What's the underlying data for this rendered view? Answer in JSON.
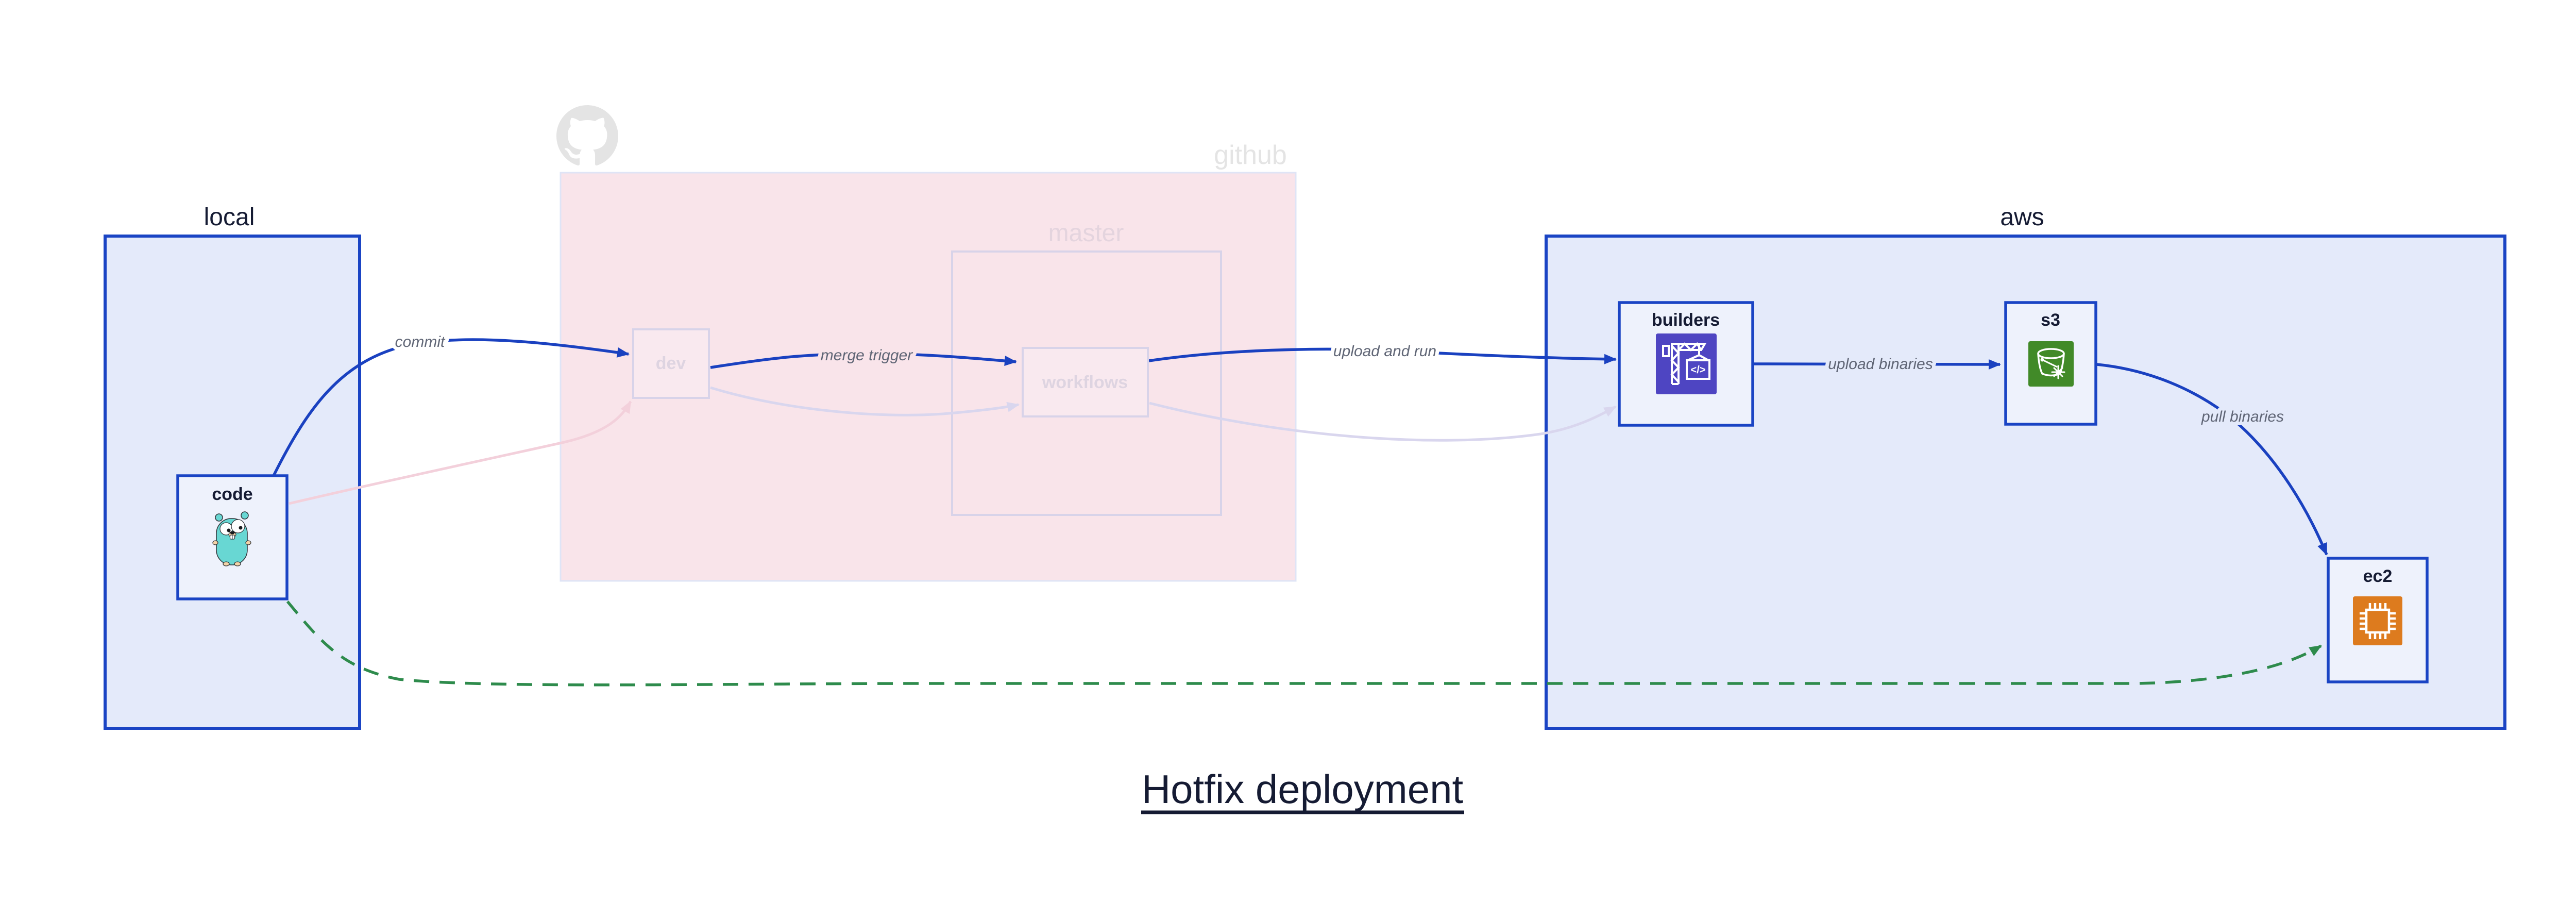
{
  "diagram_title": "Hotfix deployment",
  "groups": {
    "local": {
      "label": "local"
    },
    "github": {
      "label": "github",
      "logo_icon": "github-octocat",
      "state": "faded",
      "master": {
        "label": "master"
      }
    },
    "aws": {
      "label": "aws"
    }
  },
  "nodes": {
    "code": {
      "label": "code",
      "icon": "go-gopher",
      "group": "local"
    },
    "dev": {
      "label": "dev",
      "group": "github",
      "state": "faded"
    },
    "workflows": {
      "label": "workflows",
      "group": "github.master",
      "state": "faded"
    },
    "builders": {
      "label": "builders",
      "icon": "aws-codebuild-crane",
      "icon_glyph": "</>",
      "group": "aws"
    },
    "s3": {
      "label": "s3",
      "icon": "aws-s3-bucket",
      "group": "aws"
    },
    "ec2": {
      "label": "ec2",
      "icon": "aws-ec2-chip",
      "group": "aws"
    }
  },
  "edges": [
    {
      "id": "commit",
      "label": "commit",
      "from": "code",
      "to": "dev",
      "style": "solid-blue-arrow"
    },
    {
      "id": "merge-trigger",
      "label": "merge trigger",
      "from": "dev",
      "to": "workflows",
      "style": "solid-blue-arrow"
    },
    {
      "id": "upload-and-run",
      "label": "upload and run",
      "from": "workflows",
      "to": "builders",
      "style": "solid-blue-arrow"
    },
    {
      "id": "upload-binaries",
      "label": "upload binaries",
      "from": "builders",
      "to": "s3",
      "style": "solid-blue-arrow"
    },
    {
      "id": "pull-binaries",
      "label": "pull binaries",
      "from": "s3",
      "to": "ec2",
      "style": "solid-blue-arrow"
    },
    {
      "id": "hotfix-path",
      "label": "",
      "from": "code",
      "to": "ec2",
      "style": "dashed-green-arrow"
    },
    {
      "id": "ghost-code-dev",
      "label": "",
      "from": "code",
      "to": "dev",
      "style": "faded-pink-arrow"
    },
    {
      "id": "ghost-dev-workflows",
      "label": "",
      "from": "dev",
      "to": "workflows",
      "style": "faded-lavender-arrow"
    },
    {
      "id": "ghost-workflows-builders",
      "label": "",
      "from": "workflows",
      "to": "builders",
      "style": "faded-lavender-arrow"
    }
  ],
  "colors": {
    "edge-blue": "#1a41c0",
    "box-blue-border": "#1a44c4",
    "group-blue-fill": "#e4eafa",
    "node-blue-fill": "#eef2fc",
    "github-pink-fill": "#f9e4ea",
    "github-pink-border": "#dfe4f6",
    "ghost-border": "#d8d3e9",
    "ghost-node-fill": "#f9e9ef",
    "ghost-text": "#ded4e1",
    "master-text": "#e4d4de",
    "ghost-edge-lavender": "#d9d6ee",
    "ghost-edge-pink": "#f3d0db",
    "github-gray": "#e4e4e4",
    "hotfix-green": "#2e8b4c",
    "label-gray": "#5f6575",
    "ink": "#151b33",
    "codebuild-indigo": "#4e45c2",
    "s3-green": "#418a28",
    "ec2-orange": "#dd7b1e",
    "gopher-teal": "#68d7d3",
    "gopher-beige": "#f2d3a7"
  }
}
